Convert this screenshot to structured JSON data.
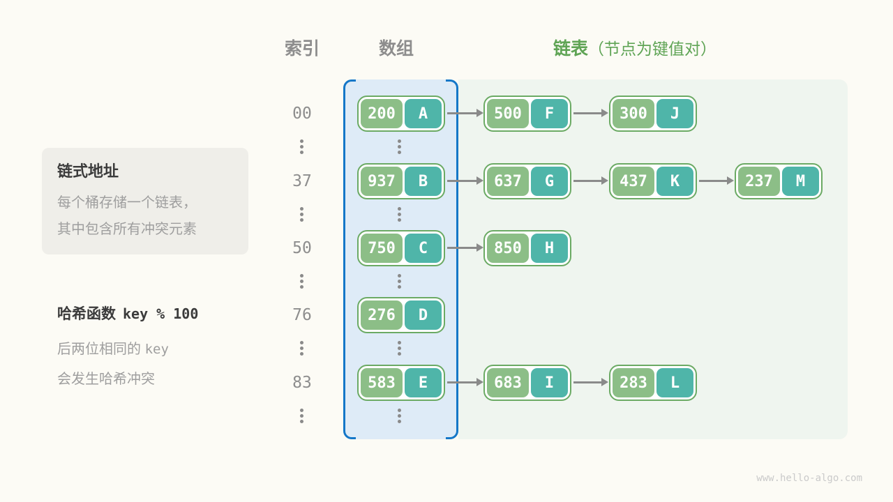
{
  "header": {
    "index_label": "索引",
    "array_label": "数组",
    "list_label": "链表",
    "list_note": "（节点为键值对）"
  },
  "info_card": {
    "title": "链式地址",
    "line1": "每个桶存储一个链表，",
    "line2": "其中包含所有冲突元素"
  },
  "hash_note": {
    "title": "哈希函数",
    "code": "key % 100",
    "line1_text": "后两位相同的 ",
    "line1_code": "key",
    "line2": "会发生哈希冲突"
  },
  "rows": [
    {
      "index": "00",
      "bucket": {
        "key": "200",
        "value": "A"
      },
      "chain": [
        {
          "key": "500",
          "value": "F"
        },
        {
          "key": "300",
          "value": "J"
        }
      ]
    },
    {
      "index": "37",
      "bucket": {
        "key": "937",
        "value": "B"
      },
      "chain": [
        {
          "key": "637",
          "value": "G"
        },
        {
          "key": "437",
          "value": "K"
        },
        {
          "key": "237",
          "value": "M"
        }
      ]
    },
    {
      "index": "50",
      "bucket": {
        "key": "750",
        "value": "C"
      },
      "chain": [
        {
          "key": "850",
          "value": "H"
        }
      ]
    },
    {
      "index": "76",
      "bucket": {
        "key": "276",
        "value": "D"
      },
      "chain": []
    },
    {
      "index": "83",
      "bucket": {
        "key": "583",
        "value": "E"
      },
      "chain": [
        {
          "key": "683",
          "value": "I"
        },
        {
          "key": "283",
          "value": "L"
        }
      ]
    }
  ],
  "watermark": "www.hello-algo.com",
  "colors": {
    "background": "#FCFBF5",
    "array_region_bg": "#DEEBF7",
    "array_bracket_blue": "#1477C8",
    "list_region_bg": "#EFF5EF",
    "node_border_green": "#6BAA64",
    "key_pill_green": "#8CBE87",
    "value_pill_teal": "#4FB5A9",
    "header_green": "#5FA455",
    "gray_text": "#8D8D8D",
    "dark_text": "#3B3B3B",
    "muted_text": "#9E9E9E",
    "arrow_gray": "#8A8A8A"
  }
}
